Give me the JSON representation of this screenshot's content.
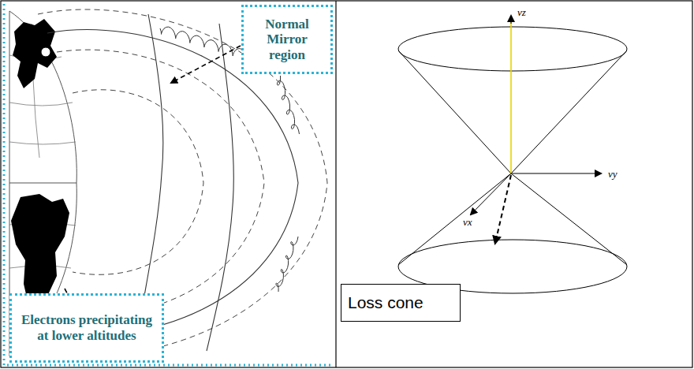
{
  "diagram": {
    "nodes": [
      {
        "text": [
          "Normal Mirror region"
        ]
      },
      {
        "text": [
          "Electrons precipitating at lower altitudes"
        ]
      },
      {
        "text": [
          "Loss cone"
        ]
      }
    ],
    "labels": [
      "vz",
      "vy",
      "vx"
    ]
  }
}
